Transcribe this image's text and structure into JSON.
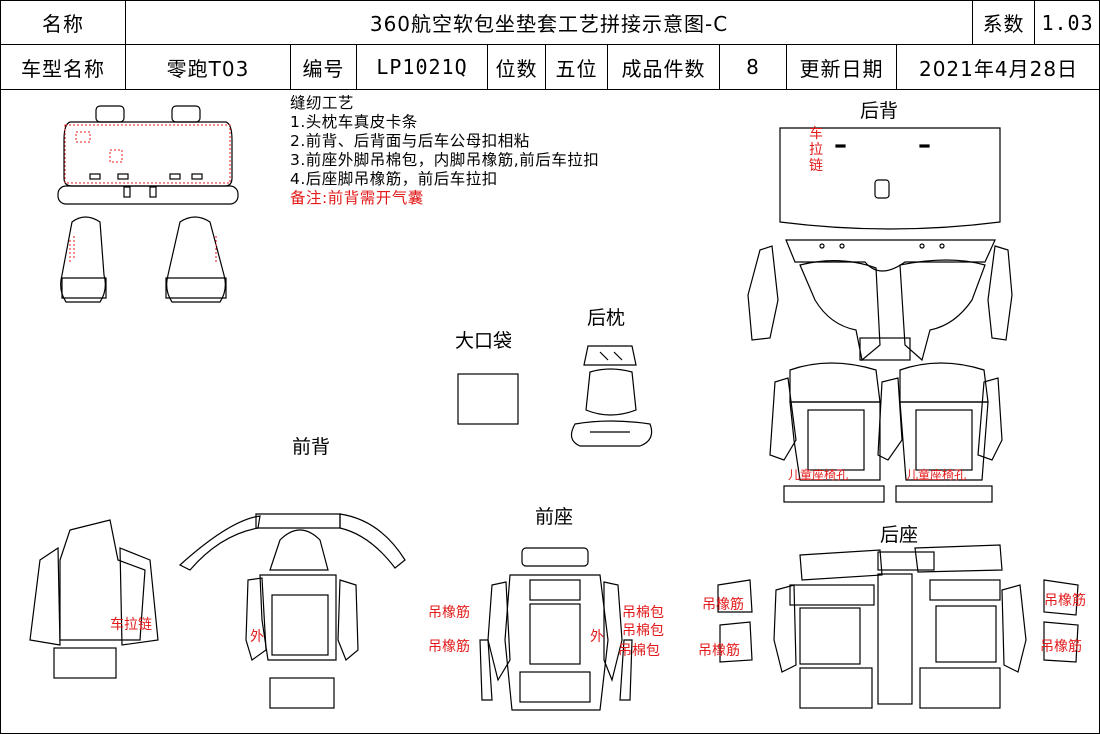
{
  "header": {
    "name_label": "名称",
    "title": "360航空软包坐垫套工艺拼接示意图-C",
    "coef_label": "系数",
    "coef_value": "1.03",
    "model_label": "车型名称",
    "model_value": "零跑T03",
    "code_label": "编号",
    "code_value": "LP1021Q",
    "seats_label": "位数",
    "seats_value": "五位",
    "pieces_label": "成品件数",
    "pieces_value": "8",
    "date_label": "更新日期",
    "date_value": "2021年4月28日"
  },
  "notes": {
    "title": "缝纫工艺",
    "lines": [
      "1.头枕车真皮卡条",
      "2.前背、后背面与后车公母扣相粘",
      "3.前座外脚吊棉包，内脚吊橡筋,前后车拉扣",
      "4.后座脚吊橡筋，前后车拉扣"
    ],
    "remark": "备注:前背需开气囊"
  },
  "sections": {
    "rear_back": "后背",
    "big_pocket": "大口袋",
    "rear_pillow": "后枕",
    "front_back": "前背",
    "front_seat": "前座",
    "rear_seat": "后座"
  },
  "annotations": {
    "zipper_vertical": [
      "车",
      "拉",
      "链"
    ],
    "child_seat_hole_left": "儿童座椅孔",
    "child_seat_hole_right": "儿童座椅孔",
    "zipper": "车拉链",
    "outer_front_back": "外",
    "elastic_1": "吊橡筋",
    "elastic_2": "吊橡筋",
    "outer_front_seat": "外",
    "cotton_1": "吊棉包",
    "cotton_2": "吊棉包",
    "cotton_3": "吊棉包",
    "rear_elastic_left_1": "吊橡筋",
    "rear_elastic_left_2": "吊橡筋",
    "rear_elastic_right_1": "吊橡筋",
    "rear_elastic_right_2": "吊橡筋"
  },
  "colors": {
    "annotation": "#e31b1b",
    "line": "#000000"
  }
}
